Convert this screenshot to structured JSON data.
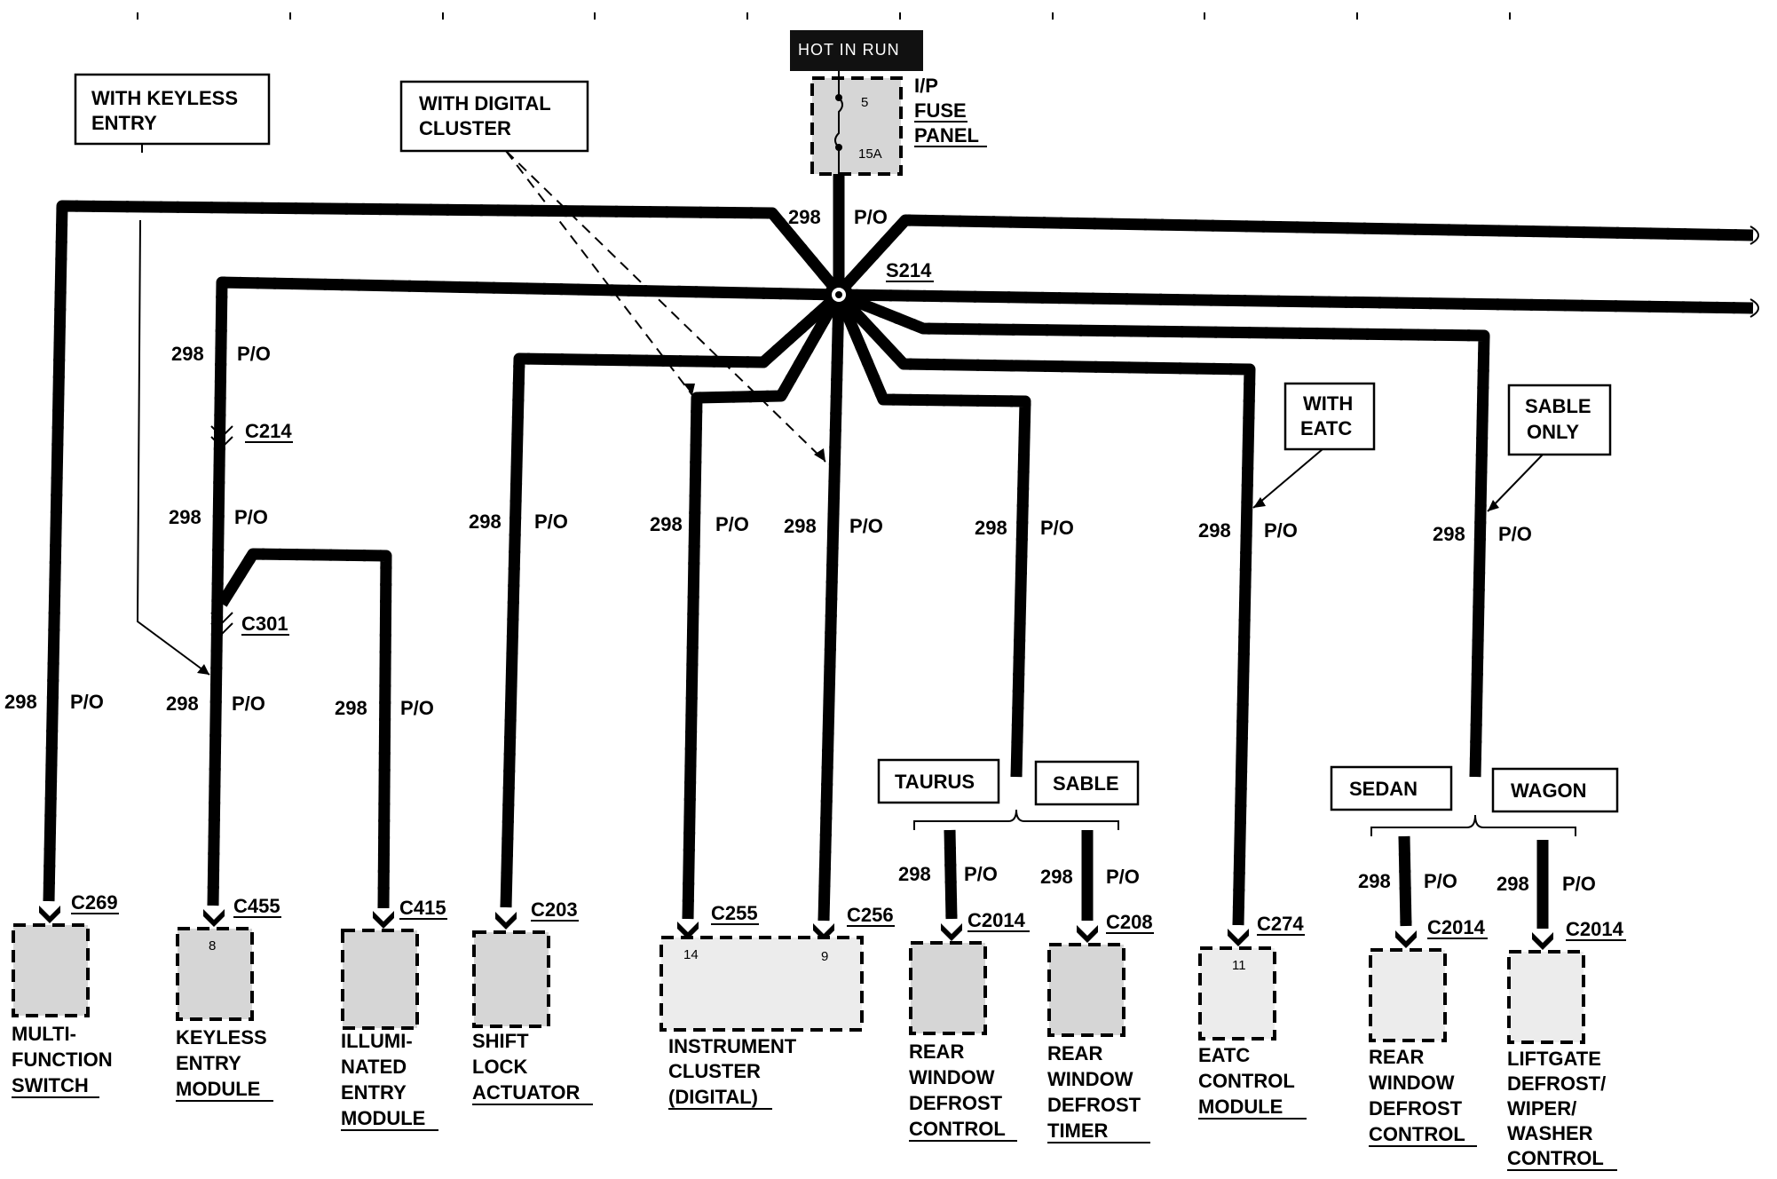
{
  "header": {
    "hot_label": "HOT IN RUN"
  },
  "fuse": {
    "lines": [
      "I/P",
      "FUSE",
      "PANEL"
    ],
    "number": "5",
    "rating": "15A"
  },
  "splice": "S214",
  "circuit": "298",
  "color": "P/O",
  "notes": {
    "keyless": [
      "WITH KEYLESS",
      "ENTRY"
    ],
    "digital": [
      "WITH DIGITAL",
      "CLUSTER"
    ],
    "eatc": [
      "WITH",
      "EATC"
    ],
    "sable_only": [
      "SABLE",
      "ONLY"
    ]
  },
  "inline_connectors": {
    "c214": "C214",
    "c301": "C301"
  },
  "options": {
    "taurus": "TAURUS",
    "sable": "SABLE",
    "sedan": "SEDAN",
    "wagon": "WAGON"
  },
  "components": [
    {
      "connector": "C269",
      "pin": "",
      "lines": [
        "MULTI-",
        "FUNCTION",
        "SWITCH"
      ]
    },
    {
      "connector": "C455",
      "pin": "8",
      "lines": [
        "KEYLESS",
        "ENTRY",
        "MODULE"
      ]
    },
    {
      "connector": "C415",
      "pin": "",
      "lines": [
        "ILLUMI-",
        "NATED",
        "ENTRY",
        "MODULE"
      ]
    },
    {
      "connector": "C203",
      "pin": "",
      "lines": [
        "SHIFT",
        "LOCK",
        "ACTUATOR"
      ]
    },
    {
      "connector": "C255",
      "pin": "14",
      "lines": [
        "INSTRUMENT",
        "CLUSTER",
        "(DIGITAL)"
      ]
    },
    {
      "connector": "C256",
      "pin": "9",
      "lines": []
    },
    {
      "connector": "C2014",
      "pin": "",
      "lines": [
        "REAR",
        "WINDOW",
        "DEFROST",
        "CONTROL"
      ]
    },
    {
      "connector": "C208",
      "pin": "",
      "lines": [
        "REAR",
        "WINDOW",
        "DEFROST",
        "TIMER"
      ]
    },
    {
      "connector": "C274",
      "pin": "11",
      "lines": [
        "EATC",
        "CONTROL",
        "MODULE"
      ]
    },
    {
      "connector": "C2014",
      "pin": "",
      "lines": [
        "REAR",
        "WINDOW",
        "DEFROST",
        "CONTROL"
      ]
    },
    {
      "connector": "C2014",
      "pin": "",
      "lines": [
        "LIFTGATE",
        "DEFROST/",
        "WIPER/",
        "WASHER",
        "CONTROL"
      ]
    }
  ]
}
